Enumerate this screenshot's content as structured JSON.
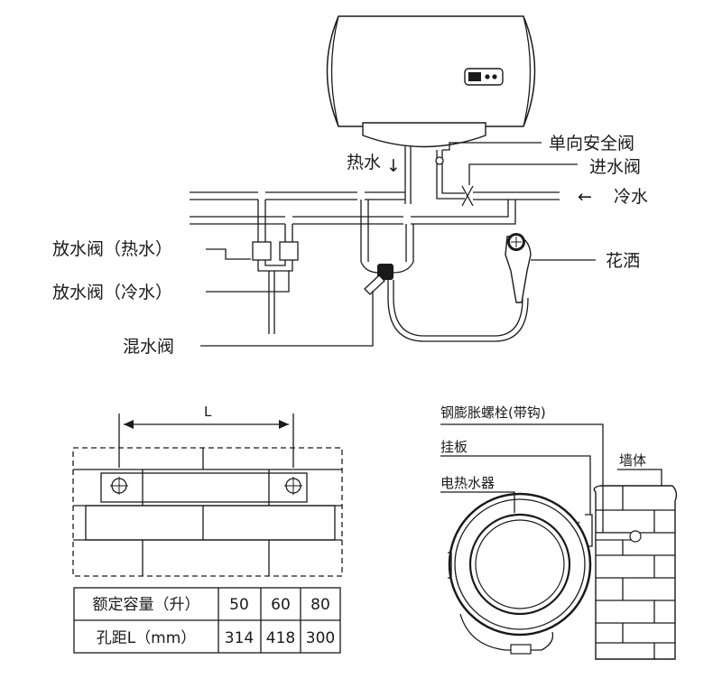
{
  "installation": {
    "labels": {
      "check_valve": "单向安全阀",
      "inlet_valve": "进水阀",
      "cold_water": "冷水",
      "hot_water": "热水",
      "shower": "花洒",
      "drain_hot": "放水阀（热水）",
      "drain_cold": "放水阀（冷水）",
      "mixing_valve": "混水阀"
    },
    "cold_arrow": "←",
    "hot_arrow": "↓"
  },
  "spacing": {
    "dimension_label": "L",
    "table": {
      "headers": [
        "额定容量（升）",
        "50",
        "60",
        "80"
      ],
      "rows": [
        [
          "孔距L（mm）",
          "314",
          "418",
          "300"
        ]
      ]
    }
  },
  "mounting": {
    "labels": {
      "bolt": "钢膨胀螺栓(带钩)",
      "bracket": "挂板",
      "heater": "电热水器",
      "wall": "墙体"
    }
  }
}
